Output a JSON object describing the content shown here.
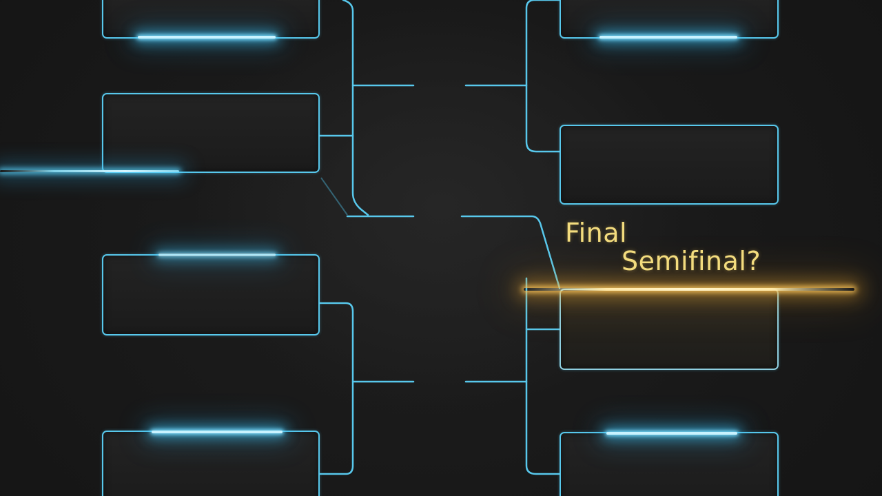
{
  "labels": {
    "final": "Final",
    "semifinal": "Semifinal?"
  },
  "colors": {
    "background": "#161616",
    "bracket_line": "#58c8ec",
    "glow_cyan": "#5fd3f5",
    "glow_gold": "#ffe39a",
    "label_text": "#f3dc7e"
  },
  "bracket": {
    "left_slots": 4,
    "right_slots": 4,
    "left_slots_empty": [
      "",
      "",
      "",
      ""
    ],
    "right_slots_empty": [
      "",
      "",
      "",
      ""
    ],
    "highlighted_slot": "right-slot-3"
  }
}
